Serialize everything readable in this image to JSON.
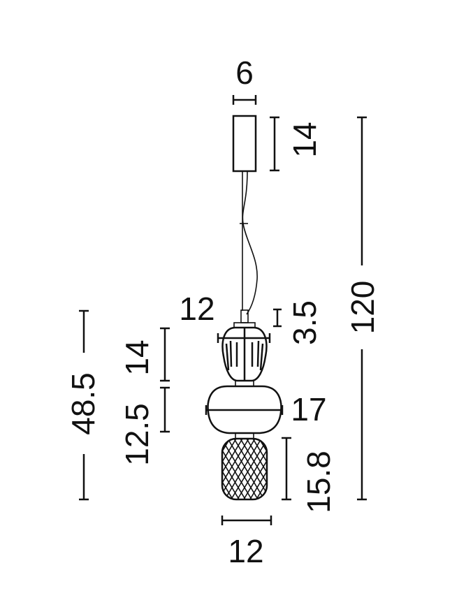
{
  "dimensions": {
    "canopy_width": "6",
    "canopy_height": "14",
    "total_height": "120",
    "top_shade_width": "12",
    "stem_height": "3.5",
    "top_shade_height": "14",
    "middle_shade_height": "12.5",
    "body_height": "48.5",
    "middle_shade_width": "17",
    "bottom_shade_height": "15.8",
    "bottom_shade_width": "12"
  }
}
